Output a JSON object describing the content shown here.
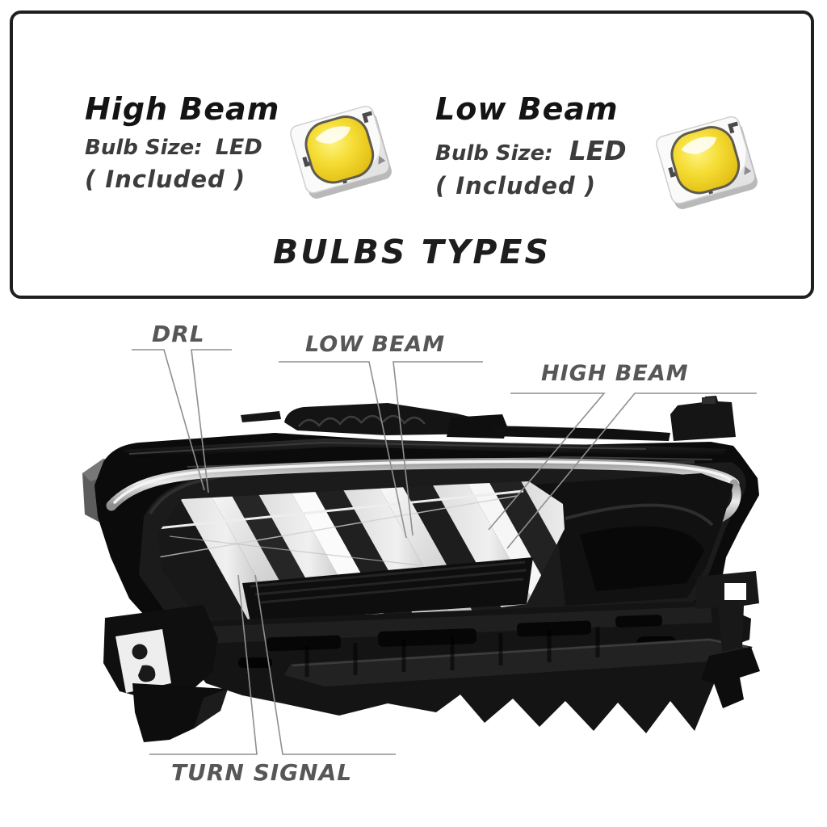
{
  "info_box": {
    "heading": "BULBS TYPES",
    "bulbs": [
      {
        "name": "High Beam",
        "size_label": "Bulb Size:",
        "size_value": "LED",
        "availability": "( Included )"
      },
      {
        "name": "Low Beam",
        "size_label": "Bulb Size:",
        "size_value": "LED",
        "availability": "( Included )"
      }
    ]
  },
  "callouts": [
    {
      "label": "DRL"
    },
    {
      "label": "LOW BEAM"
    },
    {
      "label": "HIGH BEAM"
    },
    {
      "label": "TURN SIGNAL"
    }
  ],
  "icons": {
    "bulb_chip": "led-chip-icon"
  },
  "colors": {
    "background": "#ffffff",
    "box_border": "#1f1f1f",
    "title_text": "#141414",
    "subtitle_text": "#3c3c3c",
    "callout_text": "#575757",
    "callout_line": "#8f8f8f",
    "led_dome_yellow": "#f2d72a",
    "headlight_black": "#0d0d0d",
    "chrome_strip": "#c9c9c9"
  }
}
